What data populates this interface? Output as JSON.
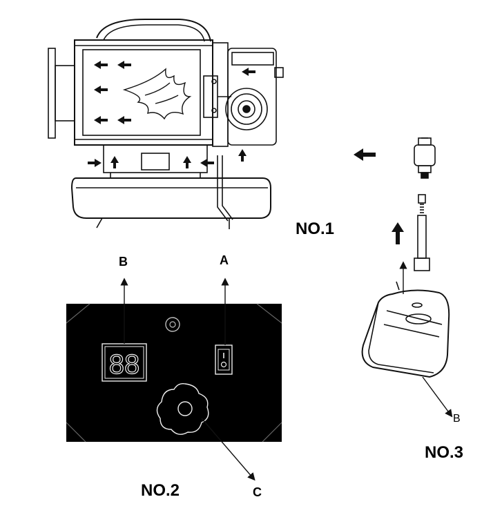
{
  "labels": {
    "no1": "NO.1",
    "no2": "NO.2",
    "no3": "NO.3",
    "a": "A",
    "b_panel": "B",
    "c": "C",
    "b_tank": "B"
  },
  "display": {
    "digits": "88"
  },
  "colors": {
    "panel": "#000000",
    "line": "#111111",
    "background": "#ffffff"
  },
  "icons": {
    "switch": "rocker-switch-icon",
    "knob": "control-knob-icon",
    "flame": "flame-icon"
  }
}
